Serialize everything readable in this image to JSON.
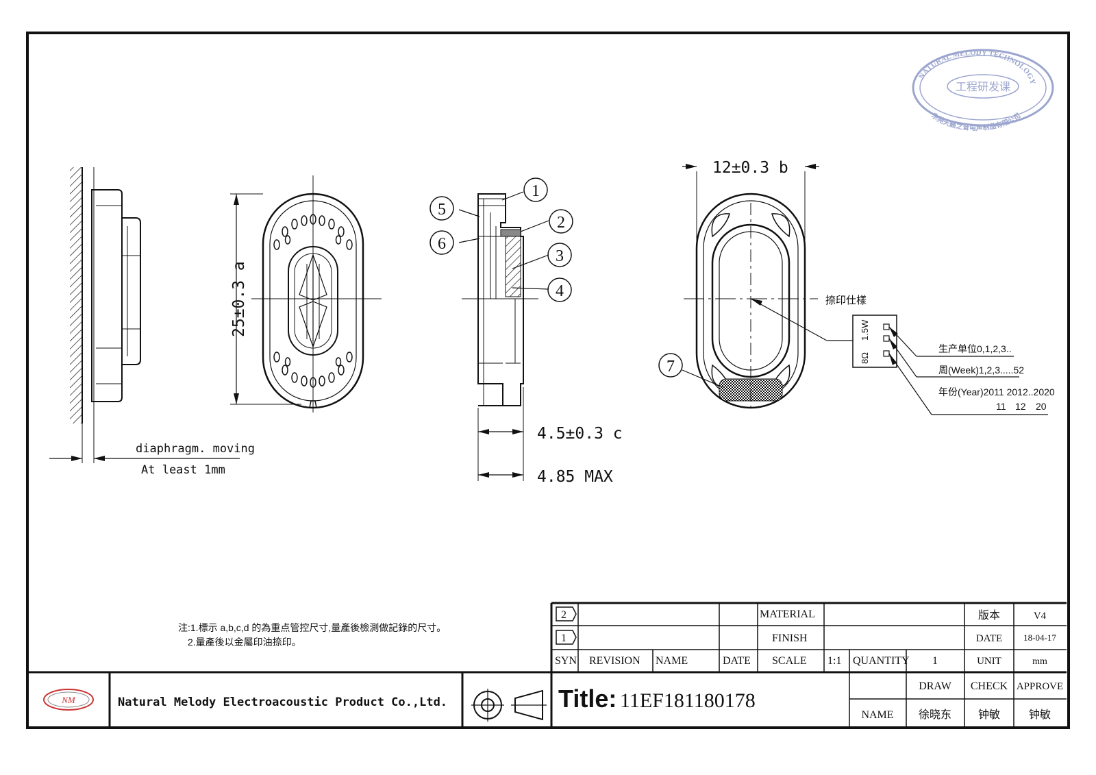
{
  "stamp": {
    "ring_text": "NATURAL MELODY TECHNOLOGY INC.",
    "center_text": "工程研发课",
    "bottom_text": "东莞天籁之音电声制品有限公司",
    "color": "#8a96c6"
  },
  "dimensions": {
    "height_dim": "25±0.3 a",
    "width_dim": "12±0.3 b",
    "thickness_dim": "4.5±0.3 c",
    "max_thickness": "4.85 MAX",
    "clearance_line1": "diaphragm. moving",
    "clearance_line2": "At least 1mm"
  },
  "balloons": [
    "1",
    "2",
    "3",
    "4",
    "5",
    "6",
    "7"
  ],
  "marking": {
    "label": "捺印仕樣",
    "rating": "1.5W",
    "impedance": "8Ω",
    "unit_note": "生产单位0,1,2,3..",
    "week_note": "周(Week)1,2,3.....52",
    "year_note": "年份(Year)2011 2012..2020",
    "year_codes": [
      "11",
      "12",
      "20"
    ]
  },
  "notes": {
    "line1": "注:1.標示 a,b,c,d 的為重点管控尺寸,量產後檢測做記錄的尺寸。",
    "line2": "2.量產後以金屬印油捺印。"
  },
  "title_block": {
    "rev2": "2",
    "rev1": "1",
    "syn": "SYN",
    "revision": "REVISION",
    "name_col": "NAME",
    "date_col": "DATE",
    "material_label": "MATERIAL",
    "finish_label": "FINISH",
    "scale_label": "SCALE",
    "scale_value": "1:1",
    "quantity_label": "QUANTITY",
    "quantity_value": "1",
    "version_label": "版本",
    "version_value": "V4",
    "date_label": "DATE",
    "date_value": "18-04-17",
    "unit_label": "UNIT",
    "unit_value": "mm",
    "draw_label": "DRAW",
    "check_label": "CHECK",
    "approve_label": "APPROVE",
    "name_label": "NAME",
    "draw_name": "徐晓东",
    "check_name": "钟敏",
    "approve_name": "钟敏",
    "title_prefix": "Title:",
    "title_value": "11EF181180178",
    "logo_text": "NM",
    "company": "Natural Melody Electroacoustic Product Co.,Ltd."
  }
}
